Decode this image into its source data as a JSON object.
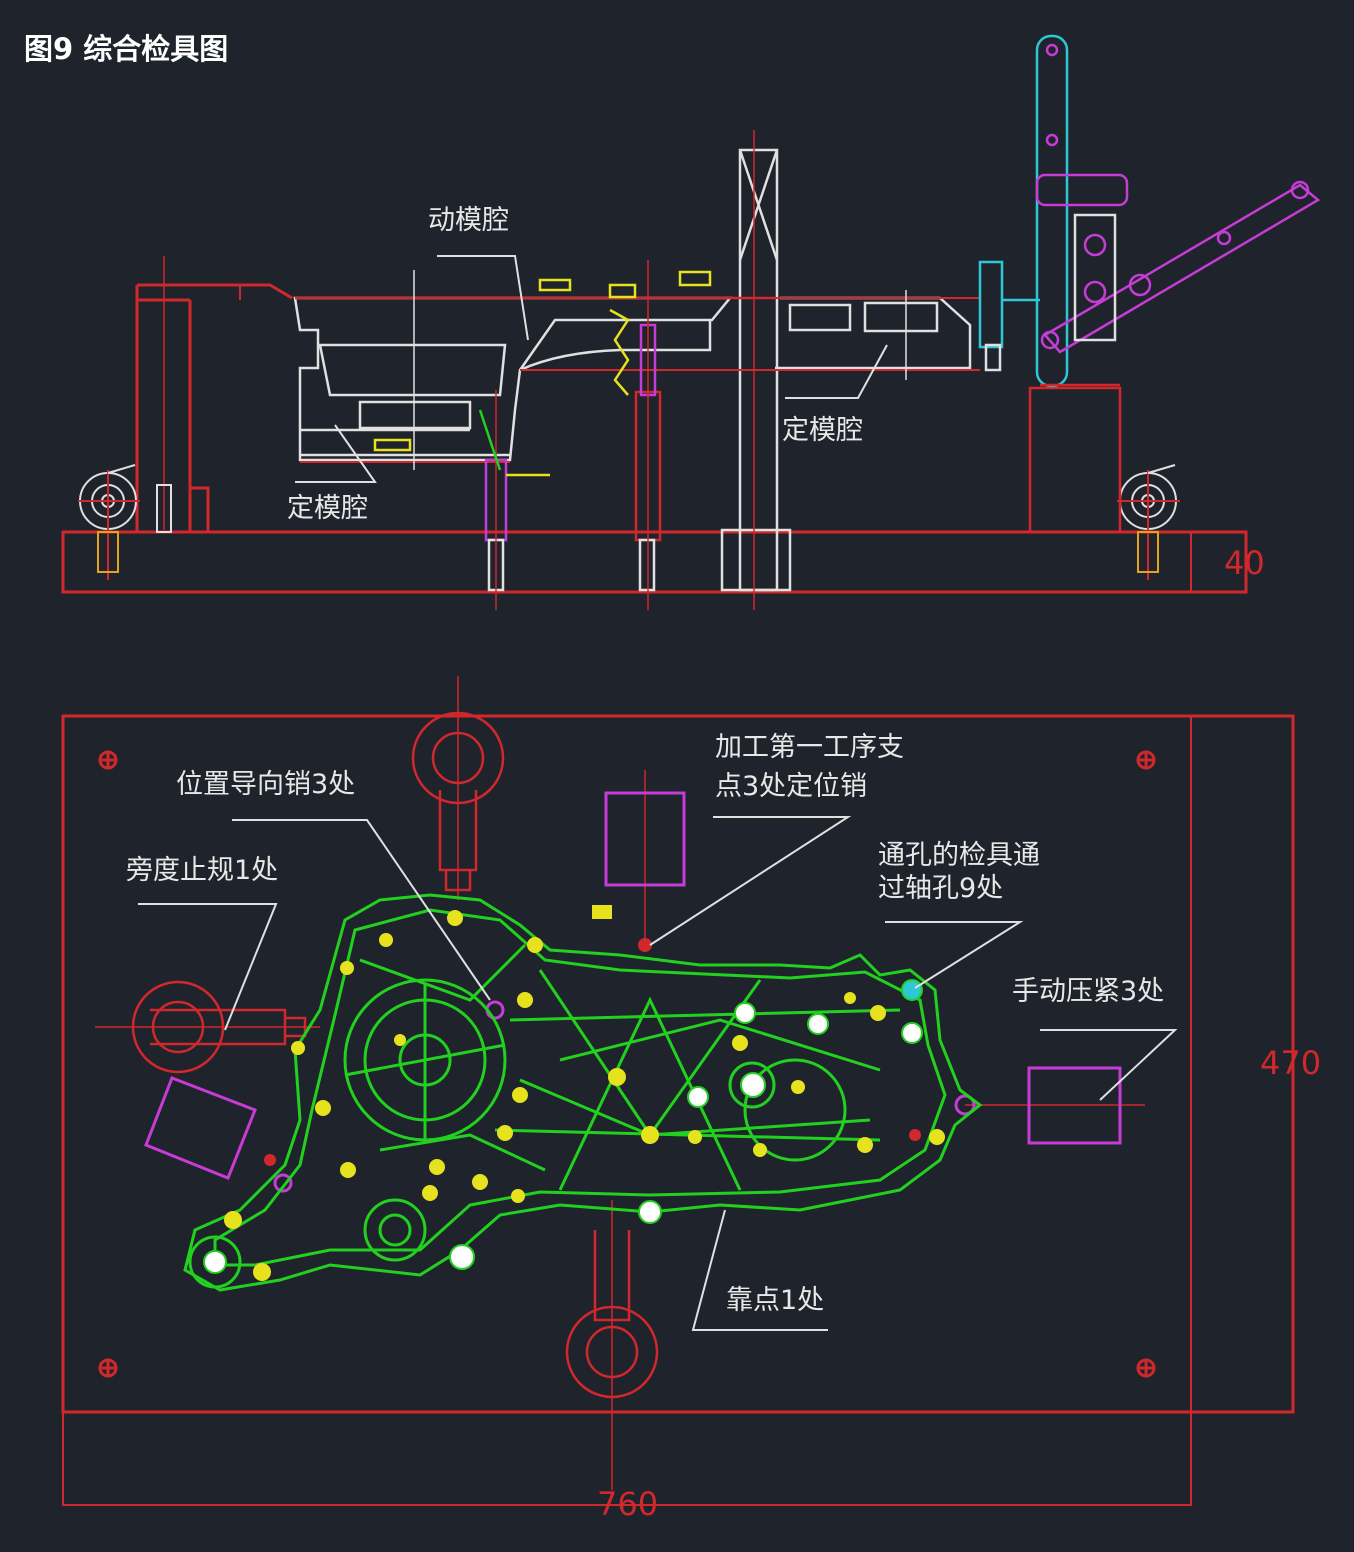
{
  "figure": {
    "title": "图9 综合检具图"
  },
  "labels": {
    "moving_cavity": "动模腔",
    "fixed_cavity_left": "定模腔",
    "fixed_cavity_right": "定模腔",
    "guide_pins": "位置导向销3处",
    "side_stop_gauge": "旁度止规1处",
    "first_process_pins_line1": "加工第一工序支",
    "first_process_pins_line2": "点3处定位销",
    "through_hole_gauge_line1": "通孔的检具通",
    "through_hole_gauge_line2": "过轴孔9处",
    "manual_clamp": "手动压紧3处",
    "stop_point": "靠点1处"
  },
  "dimensions": {
    "height_base": "40",
    "depth": "470",
    "width": "760"
  },
  "colors": {
    "background": "#1f232b",
    "frame_red": "#d0282c",
    "part_green": "#22d11f",
    "locator_yellow": "#e6e21e",
    "clamp_magenta": "#c53cd6",
    "clamp_cyan": "#2ec7d6",
    "outline_white": "#e0e0e0"
  },
  "legend_icons": {
    "mounting_hole": "crosshair-circle-icon",
    "gauge_pin": "white-dot-icon"
  }
}
